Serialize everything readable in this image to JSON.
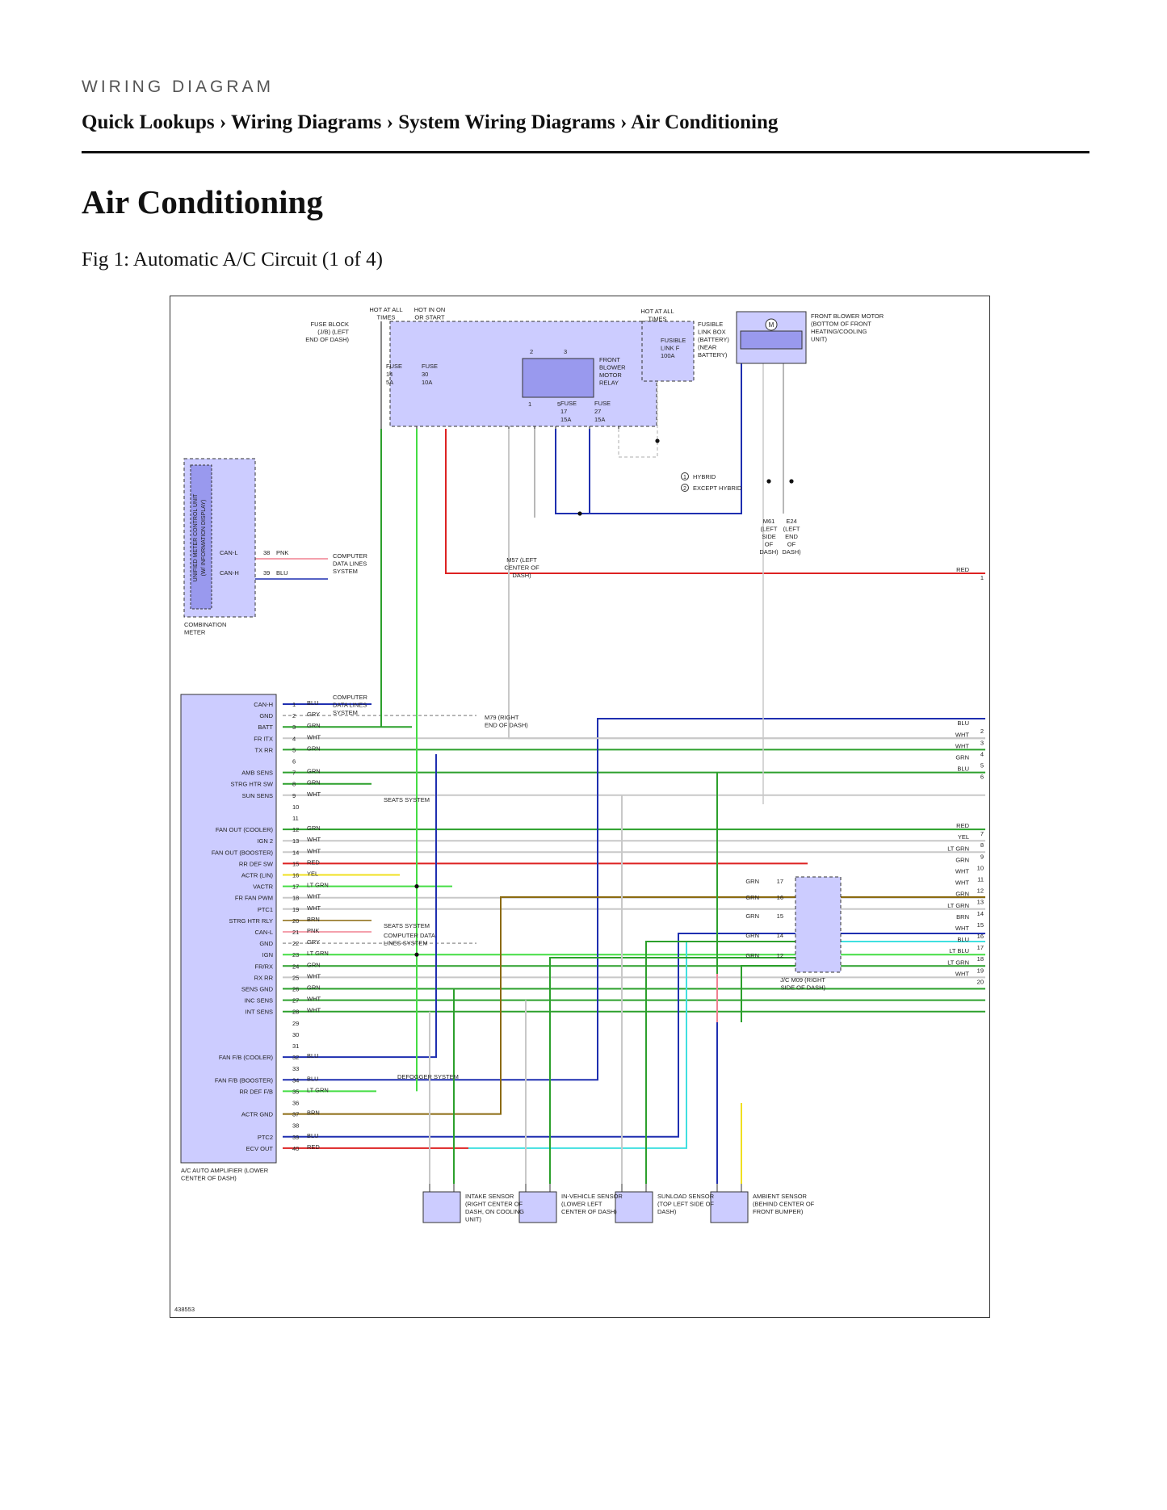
{
  "header": {
    "kicker": "WIRING DIAGRAM",
    "breadcrumb": "Quick Lookups › Wiring Diagrams › System Wiring Diagrams › Air Conditioning"
  },
  "page": {
    "title": "Air Conditioning",
    "figure_caption": "Fig 1: Automatic A/C Circuit (1 of 4)"
  },
  "diagram": {
    "id": "438553",
    "wire_colors": {
      "GRN": "#2ca02c",
      "LTGRN": "#44dd44",
      "RED": "#dd2222",
      "BLU": "#1f2fb0",
      "WHT": "#c8c8c8",
      "GRY": "#a0a0a0",
      "YEL": "#f0e020",
      "BRN": "#8b6a10",
      "PNK": "#f08090",
      "LTBLU": "#40e0e0"
    },
    "top_labels": {
      "hot_at_all_times": "HOT AT ALL TIMES",
      "hot_in_on": "HOT IN ON OR START",
      "hot_at_all_times_2": "HOT AT ALL TIMES"
    },
    "fuse_block": "FUSE BLOCK (J/B) (LEFT END OF DASH)",
    "fuses": [
      {
        "name": "FUSE",
        "num": "14",
        "amp": "5A"
      },
      {
        "name": "FUSE",
        "num": "30",
        "amp": "10A"
      },
      {
        "name": "FUSE",
        "num": "17",
        "amp": "15A"
      },
      {
        "name": "FUSE",
        "num": "27",
        "amp": "15A"
      }
    ],
    "relay": "FRONT BLOWER MOTOR RELAY",
    "fusible_link": "FUSIBLE LINK F 100A",
    "fusible_link_box": "FUSIBLE LINK BOX (BATTERY) (NEAR BATTERY)",
    "blower_motor": "FRONT BLOWER MOTOR (BOTTOM OF FRONT HEATING/COOLING UNIT)",
    "legend": [
      {
        "num": "1",
        "text": "HYBRID"
      },
      {
        "num": "2",
        "text": "EXCEPT HYBRID"
      }
    ],
    "combination_meter": "COMBINATION METER",
    "meter_unit": "UNIFIED METER CONTROL UNIT (W/ INFORMATION DISPLAY)",
    "computer_data_lines": "COMPUTER DATA LINES SYSTEM",
    "amplifier": "A/C AUTO AMPLIFIER (LOWER CENTER OF DASH)",
    "jc": "J/C M09 (RIGHT SIDE OF DASH)",
    "ground_m57": "M57 (LEFT CENTER OF DASH)",
    "ground_m61": "M61 (LEFT SIDE OF DASH)",
    "ground_e24": "E24 (LEFT END OF DASH)",
    "m79": "M79 (RIGHT END OF DASH)",
    "seats_system": "SEATS SYSTEM",
    "defogger": "DEFOGGER SYSTEM",
    "sensors": [
      {
        "name": "INTAKE SENSOR (RIGHT CENTER OF DASH, ON COOLING UNIT)"
      },
      {
        "name": "IN-VEHICLE SENSOR (LOWER LEFT CENTER OF DASH)"
      },
      {
        "name": "SUNLOAD SENSOR (TOP LEFT SIDE OF DASH)"
      },
      {
        "name": "AMBIENT SENSOR (BEHIND CENTER OF FRONT BUMPER)"
      }
    ],
    "amp_pins": [
      {
        "pin": "1",
        "label": "CAN-H",
        "wire": "BLU"
      },
      {
        "pin": "2",
        "label": "GND",
        "wire": "GRY"
      },
      {
        "pin": "3",
        "label": "BATT",
        "wire": "GRN"
      },
      {
        "pin": "4",
        "label": "FR ITX",
        "wire": "WHT"
      },
      {
        "pin": "5",
        "label": "TX RR",
        "wire": "GRN"
      },
      {
        "pin": "6",
        "label": "",
        "wire": ""
      },
      {
        "pin": "7",
        "label": "AMB SENS",
        "wire": "GRN"
      },
      {
        "pin": "8",
        "label": "STRG HTR SW",
        "wire": "GRN"
      },
      {
        "pin": "9",
        "label": "SUN SENS",
        "wire": "WHT"
      },
      {
        "pin": "10",
        "label": "",
        "wire": ""
      },
      {
        "pin": "11",
        "label": "",
        "wire": ""
      },
      {
        "pin": "12",
        "label": "FAN OUT (COOLER)",
        "wire": "GRN"
      },
      {
        "pin": "13",
        "label": "IGN 2",
        "wire": "WHT"
      },
      {
        "pin": "14",
        "label": "FAN OUT (BOOSTER)",
        "wire": "WHT"
      },
      {
        "pin": "15",
        "label": "RR DEF SW",
        "wire": "RED"
      },
      {
        "pin": "16",
        "label": "ACTR (LIN)",
        "wire": "YEL"
      },
      {
        "pin": "17",
        "label": "VACTR",
        "wire": "LT GRN"
      },
      {
        "pin": "18",
        "label": "FR FAN PWM",
        "wire": "WHT"
      },
      {
        "pin": "19",
        "label": "PTC1",
        "wire": "WHT"
      },
      {
        "pin": "20",
        "label": "STRG HTR RLY",
        "wire": "BRN"
      },
      {
        "pin": "21",
        "label": "CAN-L",
        "wire": "PNK"
      },
      {
        "pin": "22",
        "label": "GND",
        "wire": "GRY"
      },
      {
        "pin": "23",
        "label": "IGN",
        "wire": "LT GRN"
      },
      {
        "pin": "24",
        "label": "FR/RX",
        "wire": "GRN"
      },
      {
        "pin": "25",
        "label": "RX RR",
        "wire": "WHT"
      },
      {
        "pin": "26",
        "label": "SENS GND",
        "wire": "GRN"
      },
      {
        "pin": "27",
        "label": "INC SENS",
        "wire": "WHT"
      },
      {
        "pin": "28",
        "label": "INT SENS",
        "wire": "WHT"
      },
      {
        "pin": "29",
        "label": "",
        "wire": ""
      },
      {
        "pin": "30",
        "label": "",
        "wire": ""
      },
      {
        "pin": "31",
        "label": "",
        "wire": ""
      },
      {
        "pin": "32",
        "label": "FAN F/B (COOLER)",
        "wire": "BLU"
      },
      {
        "pin": "33",
        "label": "",
        "wire": ""
      },
      {
        "pin": "34",
        "label": "FAN F/B (BOOSTER)",
        "wire": "BLU"
      },
      {
        "pin": "35",
        "label": "RR DEF F/B",
        "wire": "LT GRN"
      },
      {
        "pin": "36",
        "label": "",
        "wire": ""
      },
      {
        "pin": "37",
        "label": "ACTR GND",
        "wire": "BRN"
      },
      {
        "pin": "38",
        "label": "",
        "wire": ""
      },
      {
        "pin": "39",
        "label": "PTC2",
        "wire": "BLU"
      },
      {
        "pin": "40",
        "label": "ECV OUT",
        "wire": "RED"
      }
    ],
    "right_wires": [
      {
        "num": "1",
        "color": "RED"
      },
      {
        "num": "2",
        "color": "BLU"
      },
      {
        "num": "3",
        "color": "WHT"
      },
      {
        "num": "4",
        "color": "WHT"
      },
      {
        "num": "5",
        "color": "GRN"
      },
      {
        "num": "6",
        "color": "BLU"
      },
      {
        "num": "7",
        "color": "RED"
      },
      {
        "num": "8",
        "color": "YEL"
      },
      {
        "num": "9",
        "color": "LT GRN"
      },
      {
        "num": "10",
        "color": "GRN"
      },
      {
        "num": "11",
        "color": "WHT"
      },
      {
        "num": "12",
        "color": "WHT"
      },
      {
        "num": "13",
        "color": "GRN"
      },
      {
        "num": "14",
        "color": "LT GRN"
      },
      {
        "num": "15",
        "color": "BRN"
      },
      {
        "num": "16",
        "color": "WHT"
      },
      {
        "num": "17",
        "color": "BLU"
      },
      {
        "num": "18",
        "color": "LT BLU"
      },
      {
        "num": "19",
        "color": "LT GRN"
      },
      {
        "num": "20",
        "color": "WHT"
      }
    ]
  }
}
